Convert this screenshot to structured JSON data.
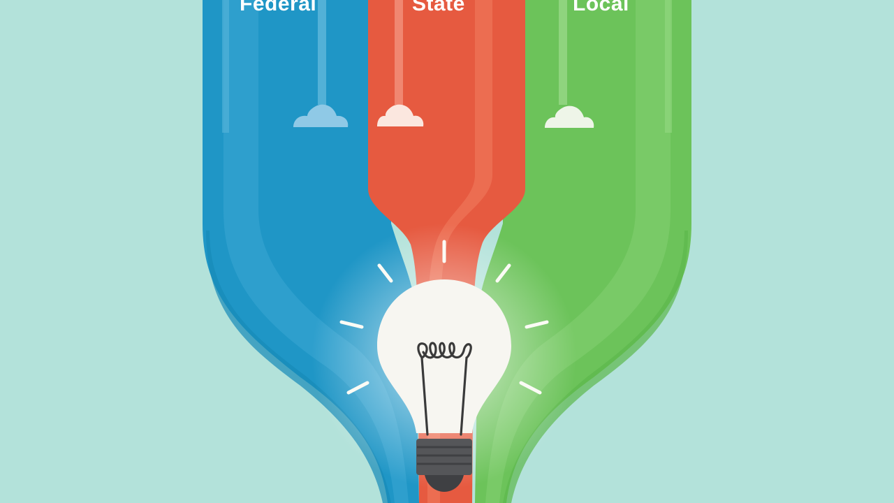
{
  "colors": {
    "background": "#b3e2da",
    "federal": "#1f96c6",
    "state": "#e65a40",
    "local": "#6cc35a",
    "bulb": "#f7f6f1"
  },
  "streams": [
    {
      "key": "federal",
      "label": "Federal",
      "color": "#1f96c6",
      "icon": "cloud-icon"
    },
    {
      "key": "state",
      "label": "State",
      "color": "#e65a40",
      "icon": "cloud-icon"
    },
    {
      "key": "local",
      "label": "Local",
      "color": "#6cc35a",
      "icon": "cloud-icon"
    }
  ],
  "center_icon": "lightbulb-icon"
}
